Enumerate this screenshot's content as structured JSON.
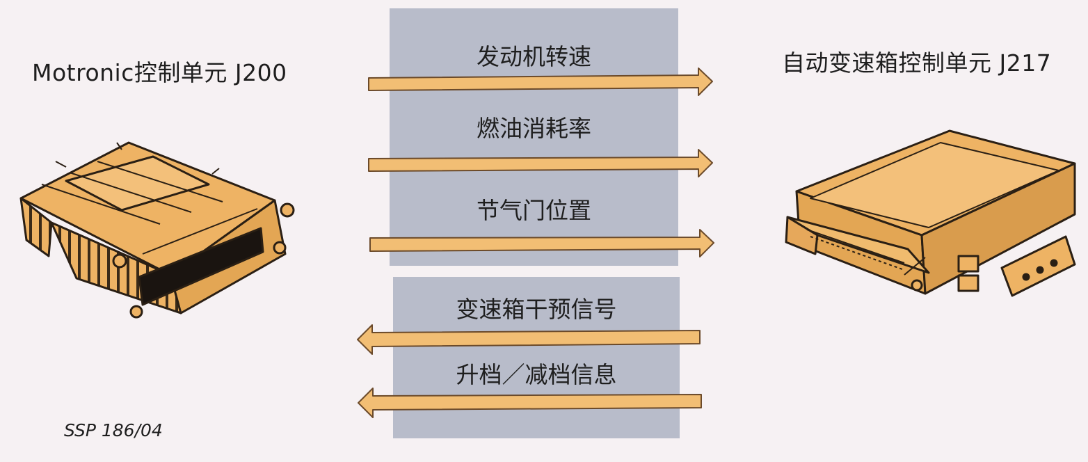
{
  "units": {
    "left": {
      "title": "Motronic控制单元 J200",
      "icon": "engine-control-unit-icon"
    },
    "right": {
      "title": "自动变速箱控制单元 J217",
      "icon": "transmission-control-unit-icon"
    }
  },
  "signals_to_transmission": [
    "发动机转速",
    "燃油消耗率",
    "节气门位置"
  ],
  "signals_to_engine": [
    "变速箱干预信号",
    "升档／减档信息"
  ],
  "reference": "SSP 186/04",
  "colors": {
    "background": "#f6f1f3",
    "panel": "#b8bcca",
    "arrow_fill": "#f2be74",
    "unit_fill": "#eeb364",
    "outline": "#2a1f14"
  }
}
